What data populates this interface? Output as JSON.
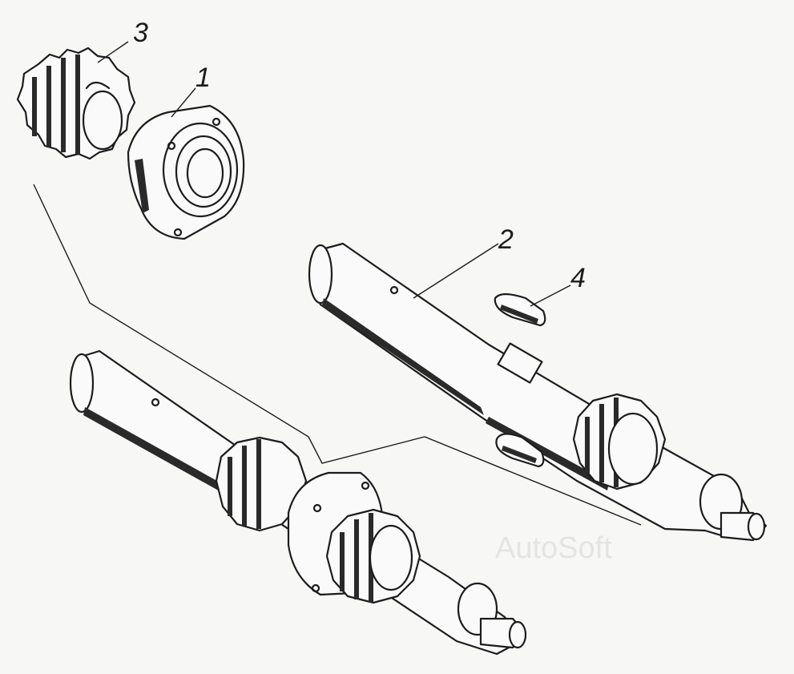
{
  "figure": {
    "callouts": [
      {
        "id": "c1",
        "label": "1"
      },
      {
        "id": "c2",
        "label": "2"
      },
      {
        "id": "c3",
        "label": "3"
      },
      {
        "id": "c4",
        "label": "4"
      }
    ],
    "watermark": "AutoSoft"
  }
}
